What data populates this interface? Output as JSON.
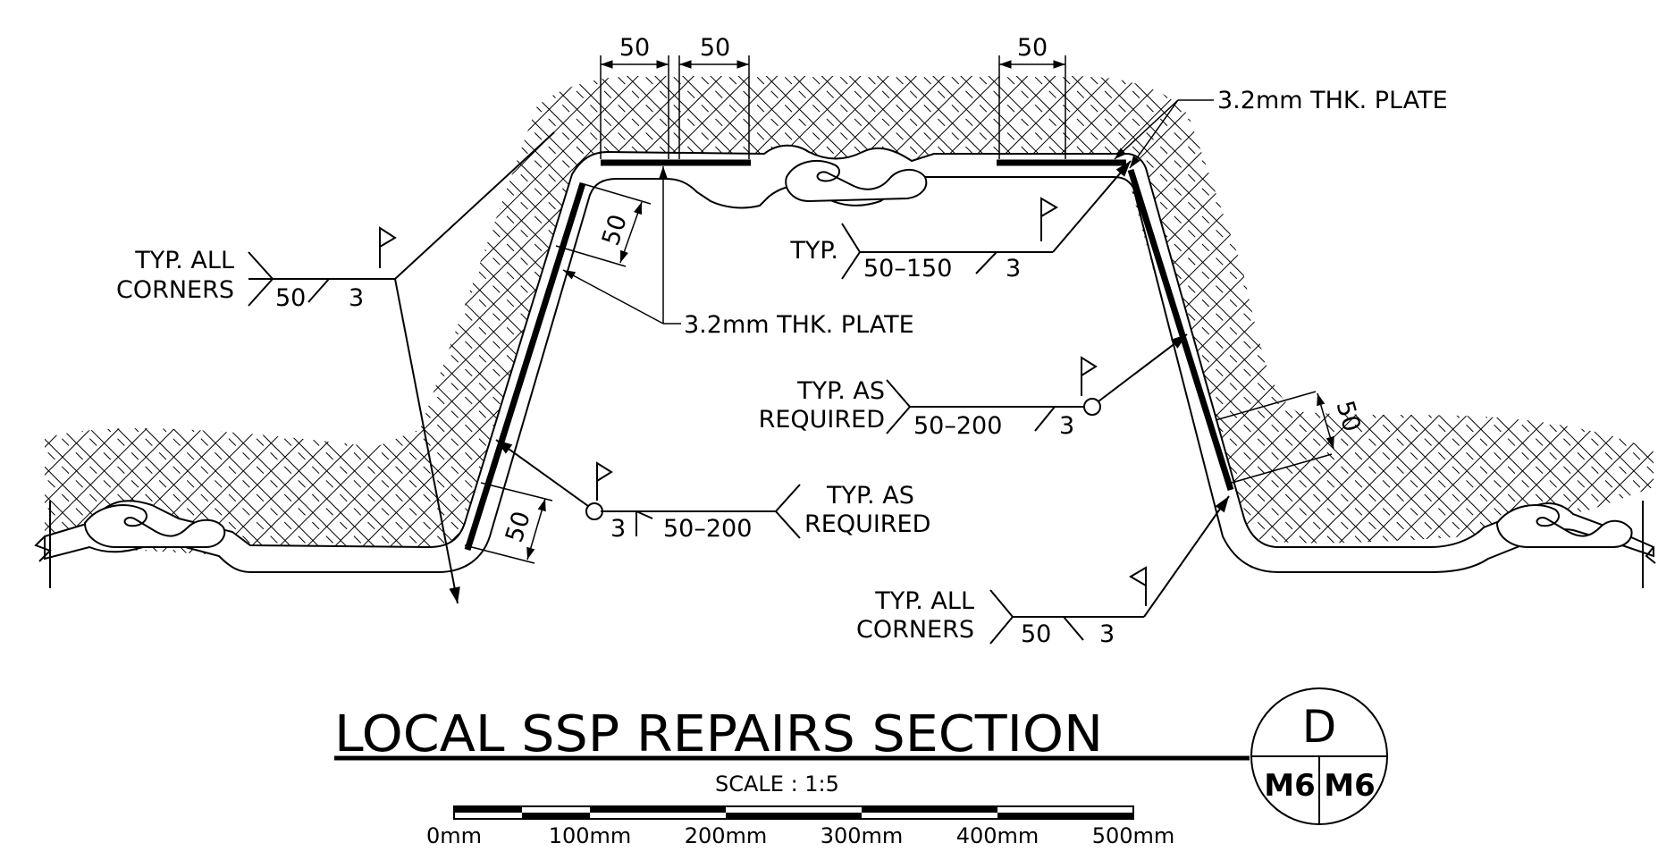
{
  "drawing": {
    "title": "LOCAL SSP REPAIRS SECTION",
    "scale_label": "SCALE : 1:5",
    "detail_ref": {
      "letter": "D",
      "sheet_left": "M6",
      "sheet_right": "M6"
    },
    "scale_bar_ticks": [
      "0mm",
      "100mm",
      "200mm",
      "300mm",
      "400mm",
      "500mm"
    ],
    "dimensions": {
      "top_left_1": "50",
      "top_left_2": "50",
      "top_right": "50",
      "left_upper": "50",
      "left_lower": "50",
      "right_side": "50"
    },
    "plate_labels": {
      "right_top": "3.2mm THK. PLATE",
      "left_mid": "3.2mm THK. PLATE"
    },
    "welds": {
      "left_corners": {
        "note_line1": "TYP. ALL",
        "note_line2": "CORNERS",
        "length": "50",
        "size": "3"
      },
      "top_typ": {
        "note": "TYP.",
        "length": "50–150",
        "size": "3"
      },
      "right_as_required": {
        "note_line1": "TYP. AS",
        "note_line2": "REQUIRED",
        "length": "50–200",
        "size": "3"
      },
      "left_as_required": {
        "note_line1": "TYP. AS",
        "note_line2": "REQUIRED",
        "length": "50–200",
        "size": "3"
      },
      "right_corners": {
        "note_line1": "TYP. ALL",
        "note_line2": "CORNERS",
        "length": "50",
        "size": "3"
      }
    }
  }
}
